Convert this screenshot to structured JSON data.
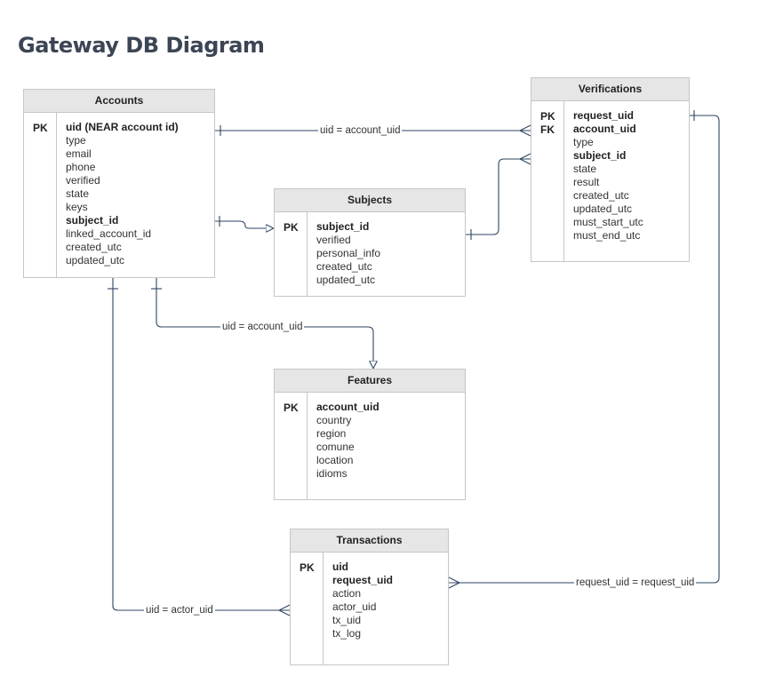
{
  "title": "Gateway DB Diagram",
  "colors": {
    "header_bg": "#e6e6e6",
    "border": "#c6c6c6",
    "line": "#2e4561",
    "title": "#3c4554"
  },
  "entities": {
    "accounts": {
      "name": "Accounts",
      "keys": [
        "PK"
      ],
      "fields": [
        {
          "text": "uid (NEAR account id)",
          "bold": true
        },
        {
          "text": "type"
        },
        {
          "text": "email"
        },
        {
          "text": "phone"
        },
        {
          "text": "verified"
        },
        {
          "text": "state"
        },
        {
          "text": "keys"
        },
        {
          "text": "subject_id",
          "bold": true
        },
        {
          "text": "linked_account_id"
        },
        {
          "text": "created_utc"
        },
        {
          "text": "updated_utc"
        }
      ]
    },
    "verifications": {
      "name": "Verifications",
      "keys": [
        "PK",
        "FK"
      ],
      "fields": [
        {
          "text": "request_uid",
          "bold": true
        },
        {
          "text": "account_uid",
          "bold": true
        },
        {
          "text": "type"
        },
        {
          "text": "subject_id",
          "bold": true
        },
        {
          "text": "state"
        },
        {
          "text": "result"
        },
        {
          "text": "created_utc"
        },
        {
          "text": "updated_utc"
        },
        {
          "text": "must_start_utc"
        },
        {
          "text": "must_end_utc"
        }
      ]
    },
    "subjects": {
      "name": "Subjects",
      "keys": [
        "PK"
      ],
      "fields": [
        {
          "text": "subject_id",
          "bold": true
        },
        {
          "text": "verified"
        },
        {
          "text": "personal_info"
        },
        {
          "text": "created_utc"
        },
        {
          "text": "updated_utc"
        }
      ]
    },
    "features": {
      "name": "Features",
      "keys": [
        "PK"
      ],
      "fields": [
        {
          "text": "account_uid",
          "bold": true
        },
        {
          "text": "country"
        },
        {
          "text": "region"
        },
        {
          "text": "comune"
        },
        {
          "text": "location"
        },
        {
          "text": "idioms"
        }
      ]
    },
    "transactions": {
      "name": "Transactions",
      "keys": [
        "PK"
      ],
      "fields": [
        {
          "text": "uid",
          "bold": true
        },
        {
          "text": "request_uid",
          "bold": true
        },
        {
          "text": "action"
        },
        {
          "text": "actor_uid"
        },
        {
          "text": "tx_uid"
        },
        {
          "text": "tx_log"
        }
      ]
    }
  },
  "relations": {
    "accounts_verifications": "uid = account_uid",
    "accounts_features": "uid = account_uid",
    "accounts_transactions": "uid = actor_uid",
    "verifications_transactions": "request_uid = request_uid"
  }
}
